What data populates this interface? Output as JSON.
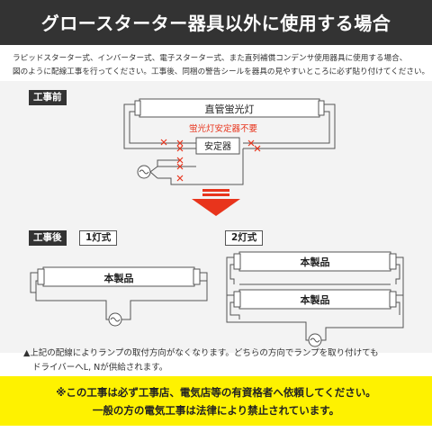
{
  "header": {
    "title": "グロースターター器具以外に使用する場合"
  },
  "intro": {
    "line1": "ラピッドスターター式、インバーター式、電子スターター式、また直列補償コンデンサ使用器具に使用する場合、",
    "line2": "図のように配線工事を行ってください。工事後、同梱の警告シールを器具の見やすいところに必ず貼り付けてください。"
  },
  "before": {
    "tag": "工事前",
    "tube_label": "直管蛍光灯",
    "stabilizer_note": "蛍光灯安定器不要",
    "stabilizer_label": "安定器"
  },
  "after": {
    "tag": "工事後",
    "single_label": "1灯式",
    "double_label": "2灯式",
    "product_label": "本製品"
  },
  "note": {
    "line1": "▲上記の配線によりランプの取付方向がなくなります。どちらの方向でランプを取り付けても",
    "line2": "ドライバーへL, Nが供給されます。"
  },
  "warning": {
    "line1": "※この工事は必ず工事店、電気店等の有資格者へ依頼してください。",
    "line2": "一般の方の電気工事は法律により禁止されています。"
  },
  "colors": {
    "header_bg": "#333333",
    "warning_bg": "#fef200",
    "accent_red": "#e8341c"
  }
}
